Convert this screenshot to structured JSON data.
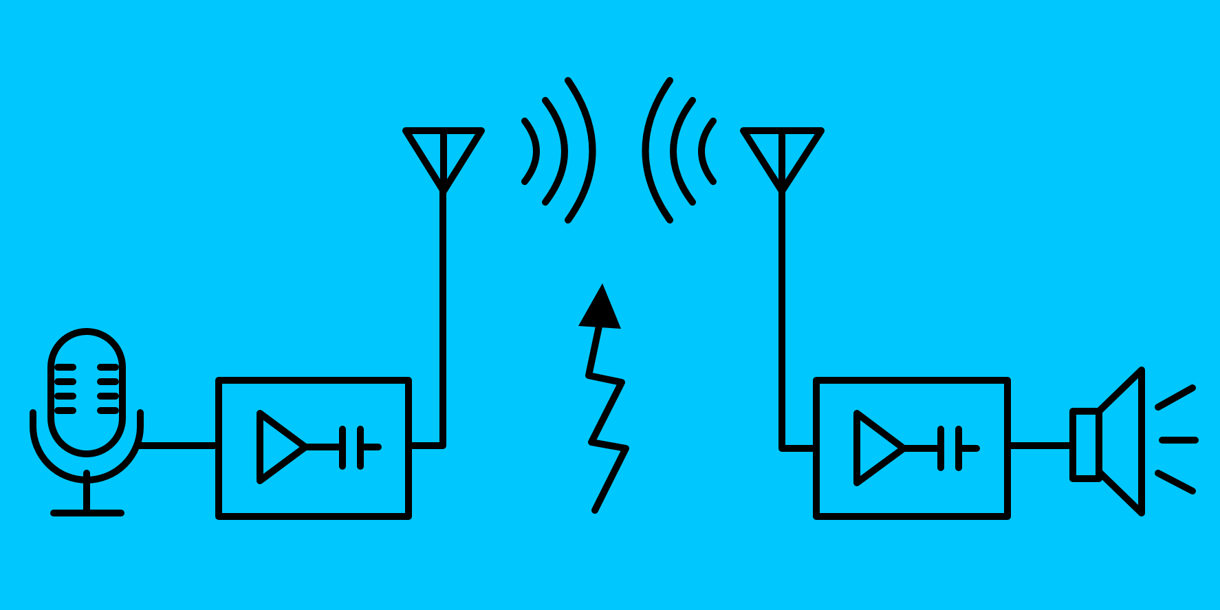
{
  "colors": {
    "background": "#00c8ff",
    "stroke": "#000000"
  },
  "diagram": {
    "type": "radio-transmission-block-diagram",
    "components": [
      {
        "id": "microphone",
        "icon": "microphone-icon"
      },
      {
        "id": "transmitter-amplifier",
        "icon": "amplifier-block-icon"
      },
      {
        "id": "transmit-antenna",
        "icon": "antenna-icon"
      },
      {
        "id": "outgoing-radio-waves",
        "icon": "radio-waves-icon"
      },
      {
        "id": "lightning-signal",
        "icon": "lightning-arrow-icon"
      },
      {
        "id": "incoming-radio-waves",
        "icon": "radio-waves-icon"
      },
      {
        "id": "receive-antenna",
        "icon": "antenna-icon"
      },
      {
        "id": "receiver-amplifier",
        "icon": "amplifier-block-icon"
      },
      {
        "id": "loudspeaker",
        "icon": "speaker-icon"
      }
    ],
    "connections": [
      [
        "microphone",
        "transmitter-amplifier"
      ],
      [
        "transmitter-amplifier",
        "transmit-antenna"
      ],
      [
        "receive-antenna",
        "receiver-amplifier"
      ],
      [
        "receiver-amplifier",
        "loudspeaker"
      ]
    ]
  }
}
